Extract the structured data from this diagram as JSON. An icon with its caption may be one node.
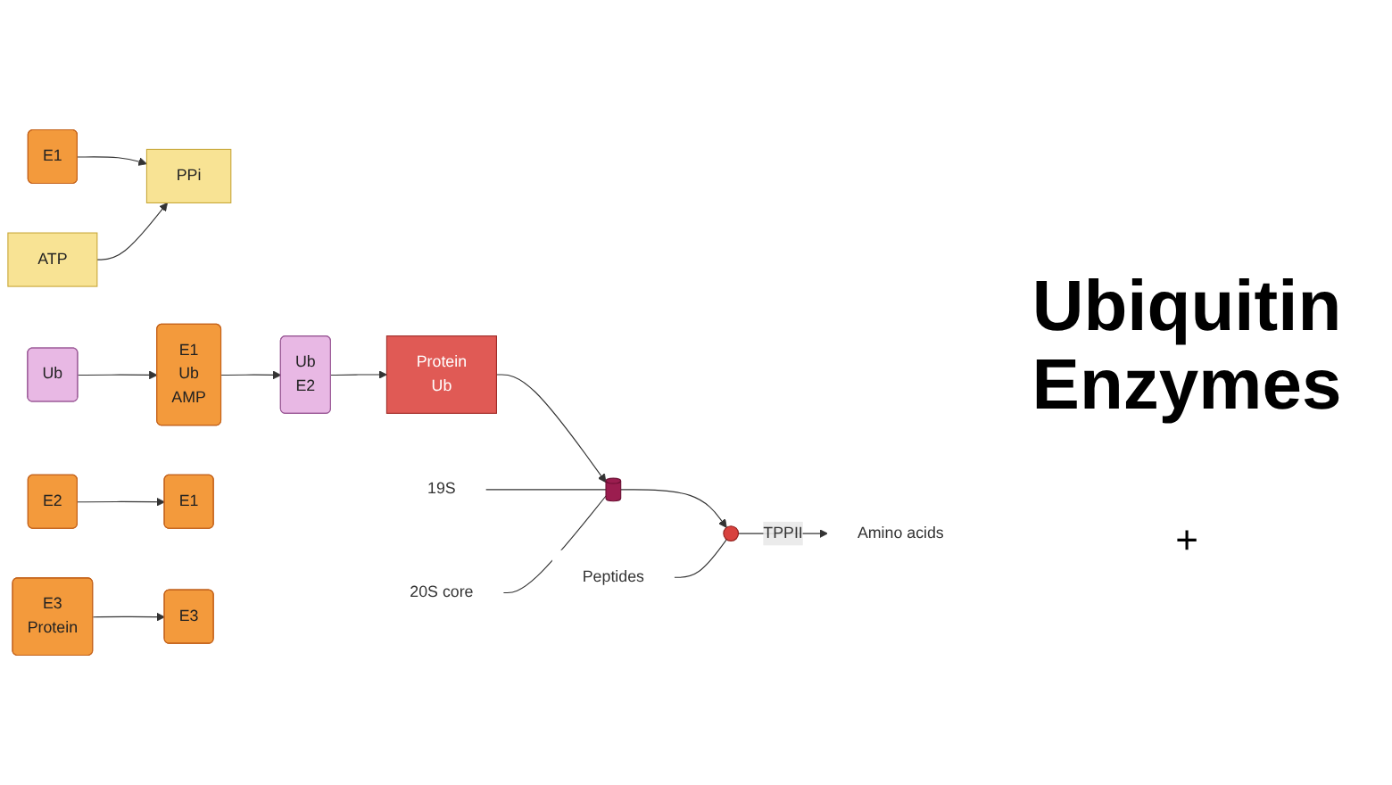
{
  "diagram": {
    "title": "Ubiquitin Enzymes",
    "nodes": [
      {
        "text": [
          "E1"
        ]
      },
      {
        "text": [
          "ATP"
        ]
      },
      {
        "text": [
          "PPi"
        ]
      },
      {
        "text": [
          "E1",
          "Ub",
          "AMP"
        ]
      },
      {
        "text": [
          "E2"
        ]
      },
      {
        "text": [
          "E1"
        ]
      },
      {
        "text": [
          "Ub",
          "E2"
        ]
      },
      {
        "text": [
          "E3",
          "Protein"
        ]
      },
      {
        "text": [
          "E3"
        ]
      },
      {
        "text": [
          "Protein",
          "Ub"
        ]
      },
      {
        "text": [],
        "shape": "cylinder"
      },
      {
        "text": [
          "19S"
        ]
      },
      {
        "text": [
          "20S core"
        ]
      },
      {
        "text": [],
        "shape": "circle"
      },
      {
        "text": [
          "Peptides"
        ]
      },
      {
        "text": [
          "Ub"
        ]
      },
      {
        "text": [
          "Amino acids"
        ]
      }
    ],
    "edges": [
      {
        "from": 0,
        "to": 2,
        "arrow": "to"
      },
      {
        "from": 1,
        "to": 2,
        "arrow": "to"
      },
      {
        "from": 15,
        "to": 3,
        "arrow": "to"
      },
      {
        "from": 3,
        "to": 6,
        "arrow": "to"
      },
      {
        "from": 4,
        "to": 5,
        "arrow": "to"
      },
      {
        "from": 6,
        "to": 9,
        "arrow": "to"
      },
      {
        "from": 7,
        "to": 8,
        "arrow": "to"
      },
      {
        "from": 9,
        "to": 10,
        "arrow": "to"
      },
      {
        "from": 11,
        "to": 10,
        "arrow": "none"
      },
      {
        "from": 12,
        "to": 10,
        "arrow": "none"
      },
      {
        "from": 10,
        "to": 13,
        "arrow": "to"
      },
      {
        "from": 14,
        "to": 13,
        "arrow": "none"
      },
      {
        "from": 13,
        "to": 16,
        "arrow": "to",
        "label": "TPPII"
      }
    ],
    "labels": [
      "+"
    ]
  }
}
